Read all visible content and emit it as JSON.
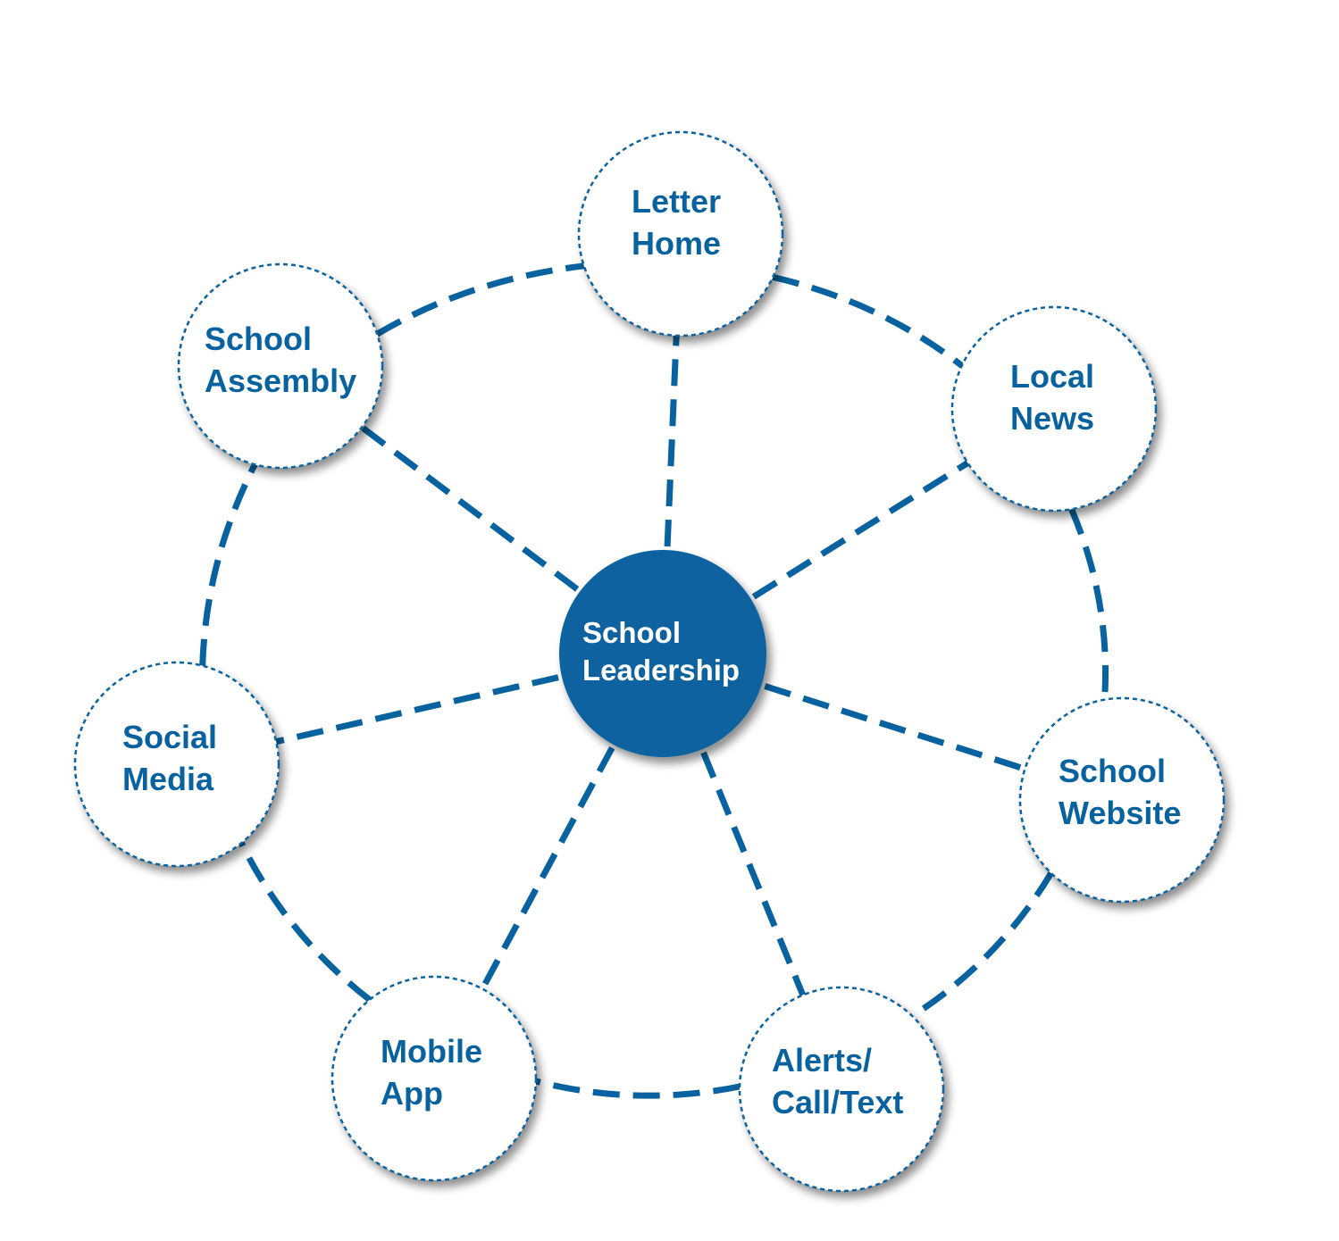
{
  "colors": {
    "primary": "#07629f",
    "node_fill": "#ffffff",
    "center_text": "#ffffff",
    "shadow": "#9aa3ab",
    "background": "#ffffff"
  },
  "center": {
    "id": "school-leadership",
    "lines": [
      "School",
      "Leadership"
    ]
  },
  "nodes": [
    {
      "id": "letter-home",
      "lines": [
        "Letter",
        "Home"
      ]
    },
    {
      "id": "local-news",
      "lines": [
        "Local",
        "News"
      ]
    },
    {
      "id": "school-website",
      "lines": [
        "School",
        "Website"
      ]
    },
    {
      "id": "alerts-call-text",
      "lines": [
        "Alerts/",
        "Call/Text"
      ]
    },
    {
      "id": "mobile-app",
      "lines": [
        "Mobile",
        "App"
      ]
    },
    {
      "id": "social-media",
      "lines": [
        "Social",
        "Media"
      ]
    },
    {
      "id": "school-assembly",
      "lines": [
        "School",
        "Assembly"
      ]
    }
  ],
  "connections": {
    "spokes": [
      "letter-home",
      "local-news",
      "school-website",
      "alerts-call-text",
      "mobile-app",
      "social-media",
      "school-assembly"
    ],
    "ring": [
      [
        "letter-home",
        "local-news"
      ],
      [
        "local-news",
        "school-website"
      ],
      [
        "school-website",
        "alerts-call-text"
      ],
      [
        "alerts-call-text",
        "mobile-app"
      ],
      [
        "mobile-app",
        "social-media"
      ],
      [
        "social-media",
        "school-assembly"
      ],
      [
        "school-assembly",
        "letter-home"
      ]
    ]
  }
}
